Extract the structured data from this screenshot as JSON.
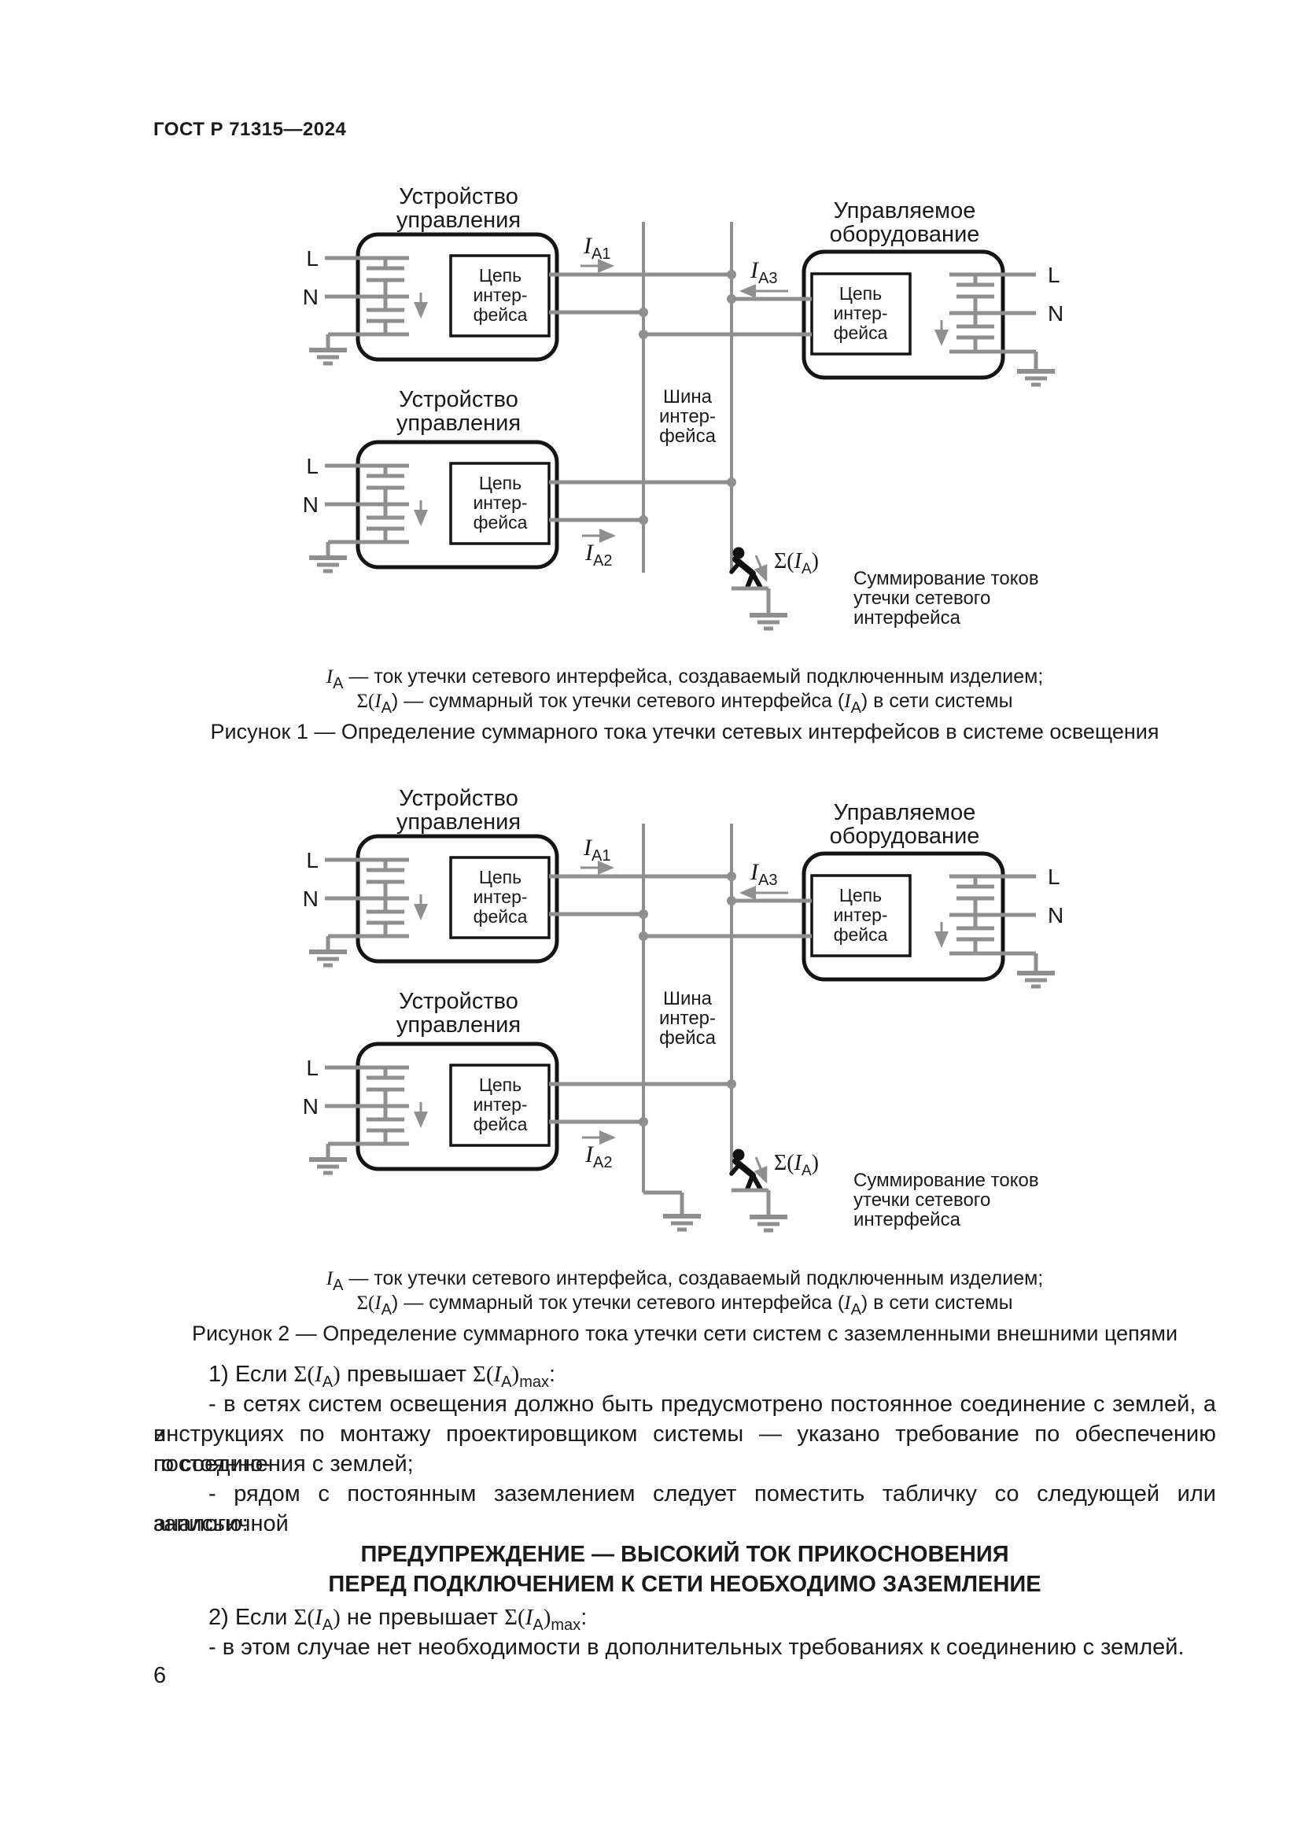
{
  "header": {
    "title": "ГОСТ Р 71315—2024"
  },
  "figure": {
    "device_title_l1": "Устройство",
    "device_title_l2": "управления",
    "equip_title_l1": "Управляемое",
    "equip_title_l2": "оборудование",
    "circuit_l1": "Цепь",
    "circuit_l2": "интер-",
    "circuit_l3": "фейса",
    "bus_l1": "Шина",
    "bus_l2": "интер-",
    "bus_l3": "фейса",
    "L": "L",
    "N": "N",
    "sum_note_l1": "Суммирование токов",
    "sum_note_l2": "утечки сетевого",
    "sum_note_l3": "интерфейса"
  },
  "sym": {
    "I": "I",
    "A": "А",
    "A1": "А1",
    "A2": "А2",
    "A3": "А3",
    "sigma_open": "Σ(",
    "rpar": ")",
    "max": "max"
  },
  "legend": {
    "l1_rest": " — ток утечки сетевого интерфейса, создаваемый подключенным изделием;",
    "l2_open": "Σ(",
    "l2_mid": ") — суммарный ток утечки сетевого интерфейса (",
    "l2_end": ") в сети системы"
  },
  "captions": {
    "fig1": "Рисунок 1 — Определение суммарного тока утечки сетевых интерфейсов в системе освещения",
    "fig2": "Рисунок 2 — Определение суммарного тока утечки сети систем с заземленными внешними цепями"
  },
  "body": {
    "p1_pre": "1) Если ",
    "p1_mid": " превышает ",
    "colon": ":",
    "p2_l1": "- в сетях систем освещения должно быть предусмотрено постоянное соединение с землей, а в",
    "p2_l2": "инструкциях по монтажу проектировщиком системы — указано требование по обеспечению постоянно-",
    "p2_l3": "го соединения с землей;",
    "p3_l1": "- рядом с постоянным заземлением следует поместить табличку со следующей или аналогичной",
    "p3_l2": "записью:",
    "warn1": "ПРЕДУПРЕЖДЕНИЕ — ВЫСОКИЙ ТОК ПРИКОСНОВЕНИЯ",
    "warn2": "ПЕРЕД ПОДКЛЮЧЕНИЕМ К СЕТИ НЕОБХОДИМО ЗАЗЕМЛЕНИЕ",
    "p4_pre": "2) Если ",
    "p4_mid": " не превышает ",
    "p5": "- в этом случае нет необходимости в дополнительных требованиях к соединению с землей.",
    "page_number": "6"
  }
}
